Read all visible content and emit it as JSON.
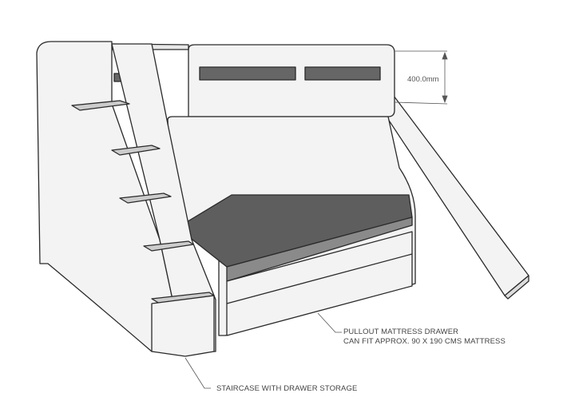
{
  "diagram": {
    "dimension_label": "400.0mm",
    "annotations": [
      {
        "lines": [
          "PULLOUT MATTRESS DRAWER",
          "CAN FIT APPROX. 90 X 190 CMS MATTRESS"
        ]
      },
      {
        "lines": [
          "STAIRCASE WITH DRAWER STORAGE"
        ]
      }
    ],
    "colors": {
      "line": "#2a2a2a",
      "panel": "#f2f2f2",
      "mattress": "#5a5a5a",
      "text": "#444444"
    }
  }
}
